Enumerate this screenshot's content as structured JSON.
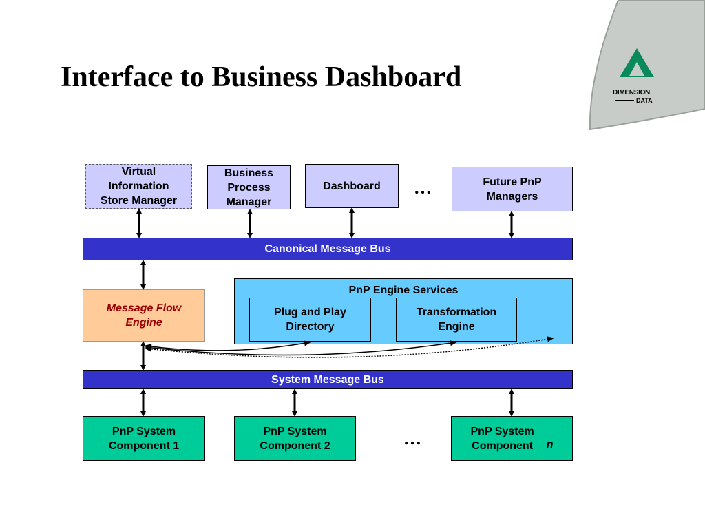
{
  "slide": {
    "title": "Interface to Business Dashboard"
  },
  "logo": {
    "line1": "DIMENSION",
    "line2": "DATA"
  },
  "diagram": {
    "managers": [
      {
        "label": "Virtual\nInformation\nStore Manager"
      },
      {
        "label": "Business\nProcess\nManager"
      },
      {
        "label": "Dashboard"
      },
      {
        "label": "Future PnP\nManagers"
      }
    ],
    "managers_ellipsis": "…",
    "canonical_bus": "Canonical Message Bus",
    "message_flow_engine": "Message Flow\nEngine",
    "engine_services": {
      "title": "PnP Engine Services",
      "items": [
        {
          "label": "Plug and Play\nDirectory"
        },
        {
          "label": "Transformation\nEngine"
        }
      ]
    },
    "system_bus": "System Message Bus",
    "components": [
      {
        "label": "PnP System\nComponent 1"
      },
      {
        "label": "PnP System\nComponent 2"
      },
      {
        "label": "PnP System\nComponent",
        "suffix": "n"
      }
    ],
    "components_ellipsis": "…"
  },
  "colors": {
    "manager_fill": "#ccccff",
    "bus_fill": "#3333cc",
    "component_fill": "#00cc99",
    "message_flow_fill": "#ffcc99",
    "message_flow_text": "#990000",
    "engine_services_fill": "#66ccff",
    "logo_green": "#0a8a5a",
    "logo_panel": "#c8ccc8"
  }
}
